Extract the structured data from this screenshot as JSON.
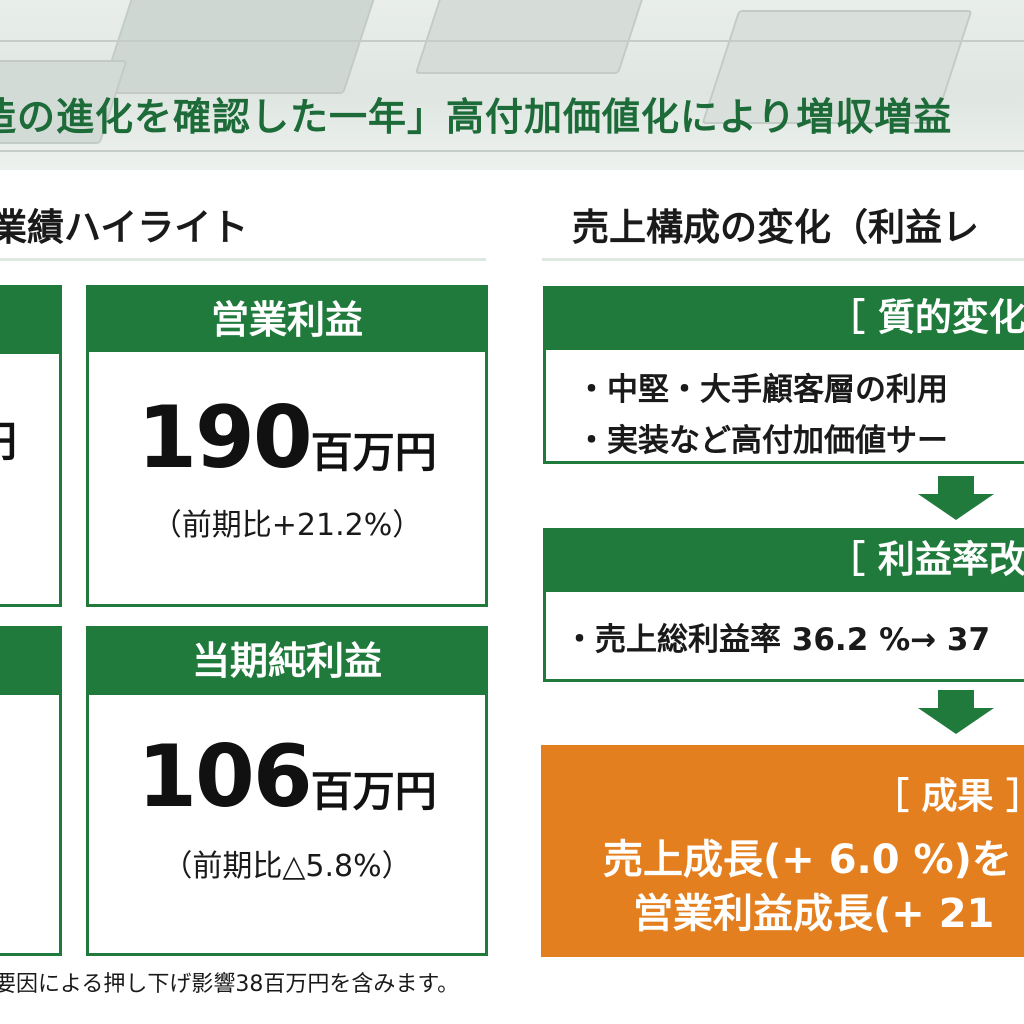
{
  "banner": {
    "title": "造の進化を確認した一年」高付加価値化により増収増益"
  },
  "left_section": {
    "title": "業績ハイライト",
    "cards": [
      {
        "head": "",
        "unit": "円",
        "note": ""
      },
      {
        "head": "営業利益",
        "value": "190",
        "unit": "百万円",
        "note": "（前期比+21.2%）"
      },
      {
        "head": "",
        "unit": "",
        "note": "）"
      },
      {
        "head": "当期純利益",
        "value": "106",
        "unit": "百万円",
        "note": "（前期比△5.8%）"
      }
    ]
  },
  "right_section": {
    "title": "売上構成の変化（利益レ",
    "box1": {
      "head": "［ 質的変化",
      "lines": [
        "・中堅・大手顧客層の利用",
        "・実装など高付加価値サー"
      ]
    },
    "box2": {
      "head": "［ 利益率改",
      "lines": [
        "・売上総利益率 36.2 %→ 37"
      ]
    },
    "result": {
      "head": "［ 成果 ］",
      "line1": "売上成長(+ 6.0 %)を",
      "line2": "営業利益成長(+ 21"
    }
  },
  "footnote": "要因による押し下げ影響38百万円を含みます。",
  "colors": {
    "green": "#1f7a3c",
    "orange": "#e37f1f",
    "banner_title": "#1d6b38"
  }
}
